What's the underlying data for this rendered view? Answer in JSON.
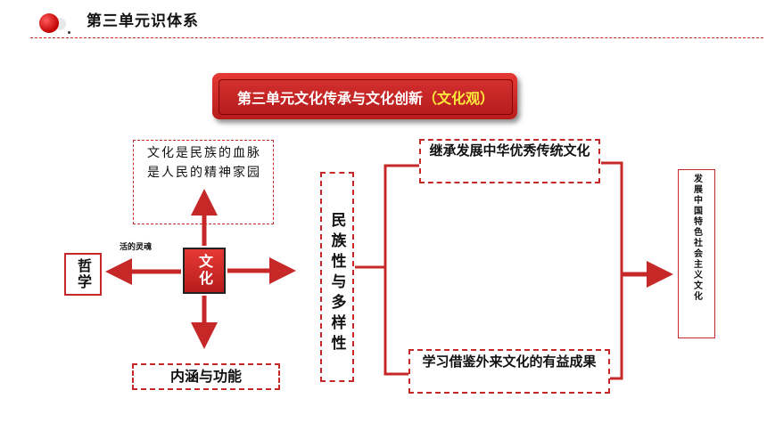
{
  "header": {
    "title": "第三单元识体系"
  },
  "banner": {
    "title_main": "第三单元文化传承与文化创新",
    "title_highlight": "（文化观）"
  },
  "nodes": {
    "top_box": "文化是民族的血脉\n是人民的精神家园",
    "culture": "文化",
    "philosophy": "哲学",
    "philosophy_link": "活的灵魂",
    "connotation": "内涵与功能",
    "nationality": "民族性与多样性",
    "inherit": "继承发展中华优秀传统文化",
    "learn": "学习借鉴外来文化的有益成果",
    "result": "发展中国特色社会主义文化"
  },
  "colors": {
    "accent": "#c62828",
    "banner_highlight": "#ffeb3b"
  }
}
